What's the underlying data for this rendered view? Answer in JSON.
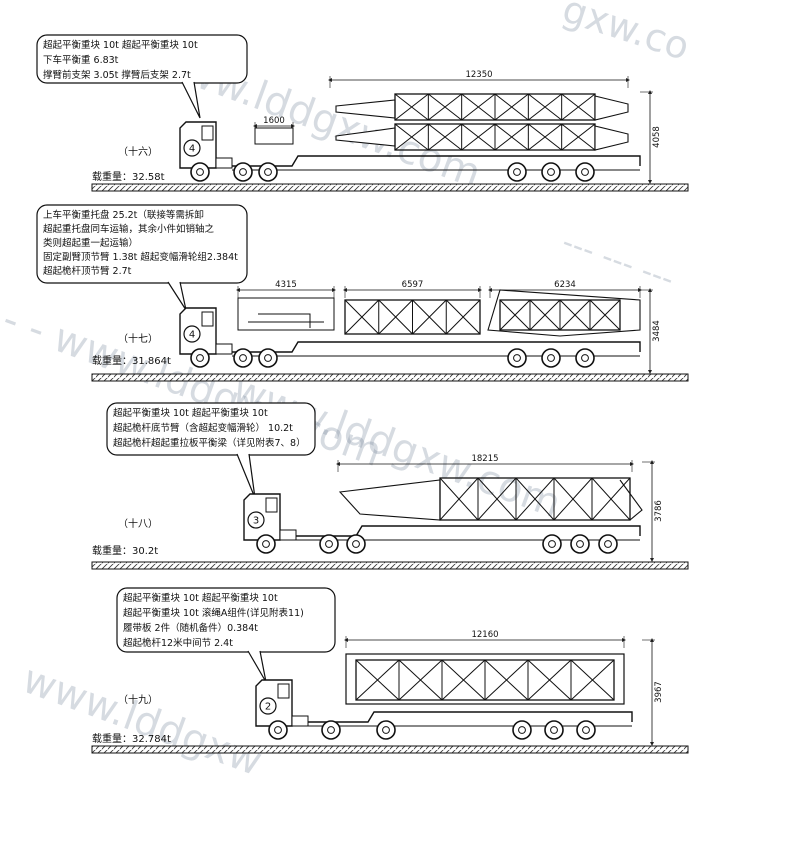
{
  "watermarks": [
    "gxw.co",
    "www.lddgxw.com",
    "www.lddgxw.com",
    "--- --- ---",
    "- - www.lddgxw.com",
    "www.lddgxw"
  ],
  "panels": [
    {
      "id": "16",
      "label": "（十六）",
      "truck_number": "4",
      "weight": "载重量：32.58t",
      "callout_lines": [
        "超起平衡重块 10t   超起平衡重块 10t",
        "下车平衡重 6.83t",
        "撑臂前支架 3.05t    撑臂后支架 2.7t"
      ],
      "dims": {
        "top": "12350",
        "left": "1600",
        "height": "4058"
      }
    },
    {
      "id": "17",
      "label": "（十七）",
      "truck_number": "4",
      "weight": "载重量：31.864t",
      "callout_lines": [
        "上车平衡重托盘 25.2t（联接等需拆卸",
        "超起重托盘同车运输，其余小件如销轴之",
        "类则超起重一起运输）",
        "固定副臂顶节臂 1.38t  超起变幅滑轮组2.384t",
        "超起桅杆顶节臂 2.7t"
      ],
      "dims": {
        "seg1": "4315",
        "seg2": "6597",
        "seg3": "6234",
        "height": "3484"
      }
    },
    {
      "id": "18",
      "label": "（十八）",
      "truck_number": "3",
      "weight": "载重量：30.2t",
      "callout_lines": [
        "超起平衡重块 10t 超起平衡重块 10t",
        "超起桅杆底节臂（含超起变幅滑轮） 10.2t",
        "超起桅杆超起重拉板平衡梁（详见附表7、8）"
      ],
      "dims": {
        "top": "18215",
        "height": "3786"
      }
    },
    {
      "id": "19",
      "label": "（十九）",
      "truck_number": "2",
      "weight": "载重量：32.784t",
      "callout_lines": [
        "超起平衡重块 10t 超起平衡重块 10t",
        "超起平衡重块 10t  滚绳A组件(详见附表11)",
        "履带板 2件（随机备件）0.384t",
        "超起桅杆12米中间节 2.4t"
      ],
      "dims": {
        "top": "12160",
        "height": "3967"
      }
    }
  ]
}
